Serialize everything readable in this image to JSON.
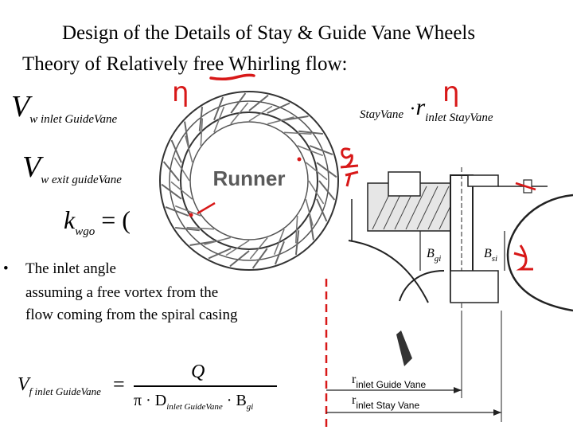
{
  "title": {
    "line1": "Design of the Details of Stay & Guide Vane Wheels",
    "line2_prefix": "Theory of Relatively ",
    "line2_emph": "free",
    "line2_suffix": " Whirling flow:"
  },
  "equations": {
    "eq1_var": "V",
    "eq1_sub": "w inlet GuideVane",
    "eq1_right_sub": "StayVane",
    "eq1_right_dot": "·",
    "eq1_right_var": "r",
    "eq1_right_rsub": "inlet StayVane",
    "eq2_var": "V",
    "eq2_sub": "w exit guideVane",
    "eq3_var": "k",
    "eq3_sub": "wgo",
    "eq3_rest": "= (",
    "eq4_var": "V",
    "eq4_sub": "f inlet GuideVane",
    "eq4_equals": "=",
    "eq4_numerator": "Q",
    "eq4_den_pi": "π · D",
    "eq4_den_sub": "inlet GuideVane",
    "eq4_den_b": "· B",
    "eq4_den_bsub": "gi"
  },
  "bullet": {
    "mark": "•",
    "line1": "The inlet angle",
    "line2": "assuming a free vortex from the",
    "line3": "flow coming from the spiral casing"
  },
  "figure": {
    "runner_label": "Runner",
    "b_gi": "B",
    "b_gi_sub": "gi",
    "b_si": "B",
    "b_si_sub": "si",
    "r_guide": "r",
    "r_guide_sub": "inlet Guide Vane",
    "r_stay": "r",
    "r_stay_sub": "inlet Stay Vane"
  },
  "annotations": {
    "eta1": "η",
    "eta2": "η",
    "colors": {
      "red": "#d81818",
      "ink": "#000000"
    }
  }
}
